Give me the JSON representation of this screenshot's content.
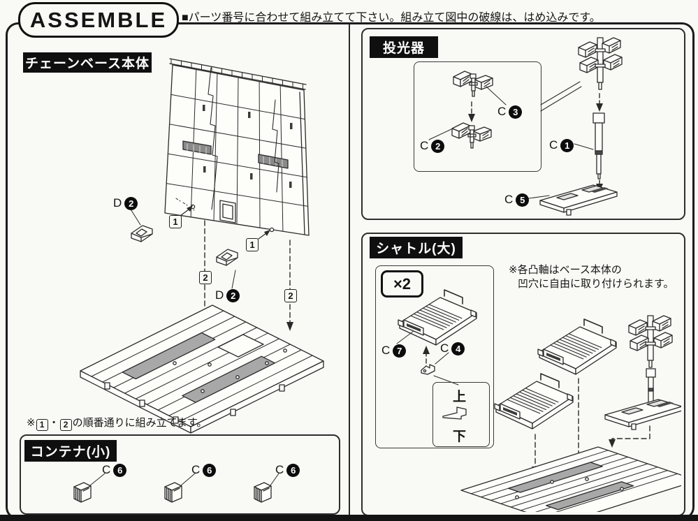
{
  "header": {
    "title": "ASSEMBLE",
    "note": "■パーツ番号に合わせて組み立てて下さい。組み立て図中の破線は、はめ込みです。"
  },
  "sections": {
    "chain_base": {
      "label": "チェーンベース本体",
      "steps": {
        "step1": "1",
        "step2": "2"
      },
      "parts": {
        "d2a": {
          "letter": "D",
          "number": "2"
        },
        "d2b": {
          "letter": "D",
          "number": "2"
        }
      },
      "order_note": {
        "prefix": "※",
        "box1": "1",
        "sep": "・",
        "box2": "2",
        "suffix": "の順番通りに組み立てます。"
      }
    },
    "floodlight": {
      "label": "投光器",
      "parts": {
        "c3": {
          "letter": "C",
          "number": "3"
        },
        "c2": {
          "letter": "C",
          "number": "2"
        },
        "c1": {
          "letter": "C",
          "number": "1"
        },
        "c5": {
          "letter": "C",
          "number": "5"
        }
      }
    },
    "shuttle": {
      "label": "シャトル(大)",
      "quantity": "×2",
      "note_line1": "※各凸軸はベース本体の",
      "note_line2": "凹穴に自由に取り付けられます。",
      "parts": {
        "c7": {
          "letter": "C",
          "number": "7"
        },
        "c4": {
          "letter": "C",
          "number": "4"
        }
      },
      "orientation": {
        "up": "上",
        "down": "下"
      }
    },
    "container": {
      "label": "コンテナ(小)",
      "parts": [
        {
          "letter": "C",
          "number": "6"
        },
        {
          "letter": "C",
          "number": "6"
        },
        {
          "letter": "C",
          "number": "6"
        }
      ]
    }
  },
  "colors": {
    "paper": "#f9f9f5",
    "ink": "#2a2a2a",
    "label_bg": "#0f0f0f",
    "label_fg": "#ffffff",
    "vent_gray": "#8a8a8a",
    "hatch_gray": "#a8a8a8"
  }
}
